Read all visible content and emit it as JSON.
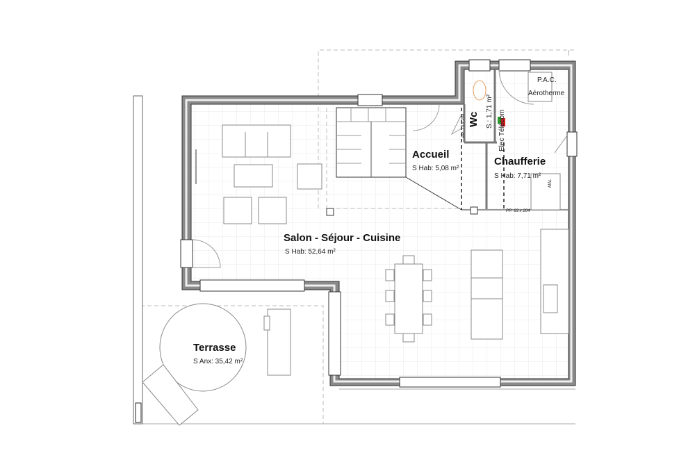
{
  "rooms": {
    "salon": {
      "name": "Salon - Séjour - Cuisine",
      "area": "S Hab: 52,64 m²"
    },
    "accueil": {
      "name": "Accueil",
      "area": "S Hab: 5,08 m²"
    },
    "wc": {
      "name": "Wc",
      "area": "S.: 1,71 m²"
    },
    "chaufferie": {
      "name": "Chaufferie",
      "area": "S Hab: 7,71 m²"
    },
    "terrasse": {
      "name": "Terrasse",
      "area": "S Anx: 35,42 m²"
    }
  },
  "equipment": {
    "pac_line1": "P.A.C.",
    "pac_line2": "Aérotherme",
    "elec": "Elec Télécom",
    "mal": "MAL"
  },
  "doors": {
    "wc_door": "PP: 73 x 204",
    "chaufferie_door": "PP: 83 x 204"
  },
  "colors": {
    "wall": "#8a8a8a",
    "accent_orange": "#e8a060",
    "elec_green": "#2a9a2a",
    "elec_red": "#d02020"
  }
}
